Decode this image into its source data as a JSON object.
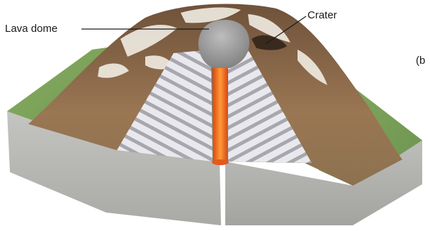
{
  "labels": {
    "lava_dome": "Lava dome",
    "crater": "Crater",
    "panel_marker": "(b"
  },
  "colors": {
    "grass": "#7aa05a",
    "rock_side": "#b9b9b6",
    "mountain_brown": "#8a6a4c",
    "snow": "#efe9df",
    "strata_light": "#e8e8ec",
    "strata_dark": "#a9a9b0",
    "lava_core": "#ff8a2a",
    "lava_edge": "#d9430f",
    "dome": "#9c9c9c"
  }
}
